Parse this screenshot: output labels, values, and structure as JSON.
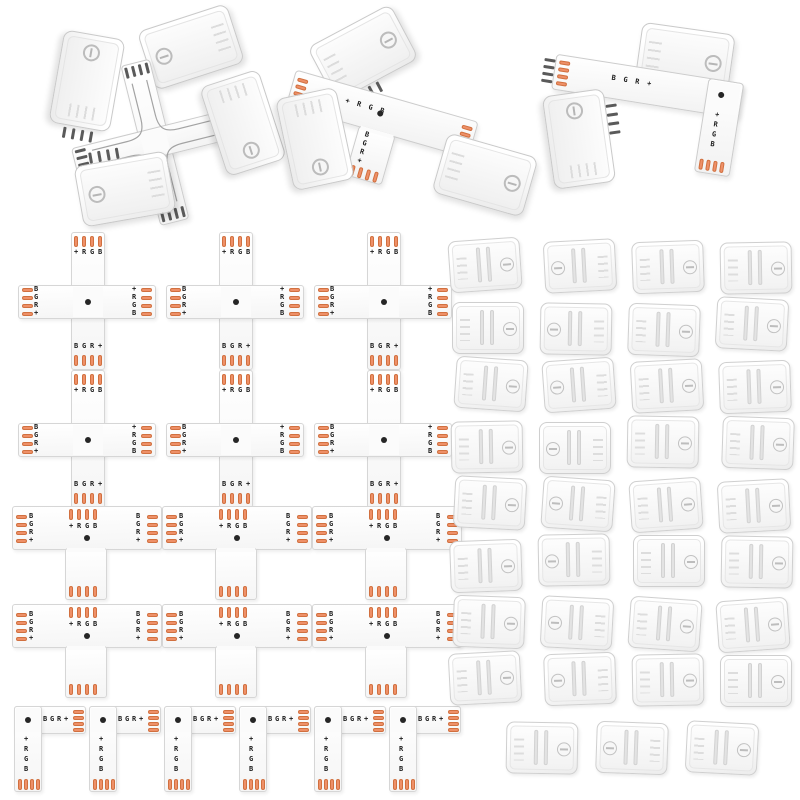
{
  "meta": {
    "description": "Product photo of a 4-pin RGB LED strip connector kit: X, T and L shaped solderless PCB connectors with clip-on strip connectors on a white background"
  },
  "colors": {
    "background": "#ffffff",
    "pad": "#ee9068",
    "pad_border": "#d1703f",
    "plastic_border": "#cccccc",
    "label": "#1c1c1c",
    "pin": "#5a5a5a",
    "trace": "#a3a3a3",
    "dot": "#262626"
  },
  "pad_labels": {
    "rgb": [
      "+",
      "R",
      "G",
      "B"
    ],
    "bgr": [
      "B",
      "G",
      "R",
      "+"
    ]
  },
  "sections": {
    "top_assemblies": [
      {
        "shape": "X",
        "clips": 4
      },
      {
        "shape": "T",
        "clips": 3
      },
      {
        "shape": "L",
        "clips": 2
      }
    ],
    "cross_pcbs": {
      "count": 6,
      "columns": 3
    },
    "t_pcbs": {
      "count": 6,
      "columns": 3
    },
    "l_pcbs": {
      "count": 6
    },
    "clip_connectors": {
      "count": 35,
      "columns": 4,
      "full_rows": 8,
      "last_row_count": 3
    }
  }
}
